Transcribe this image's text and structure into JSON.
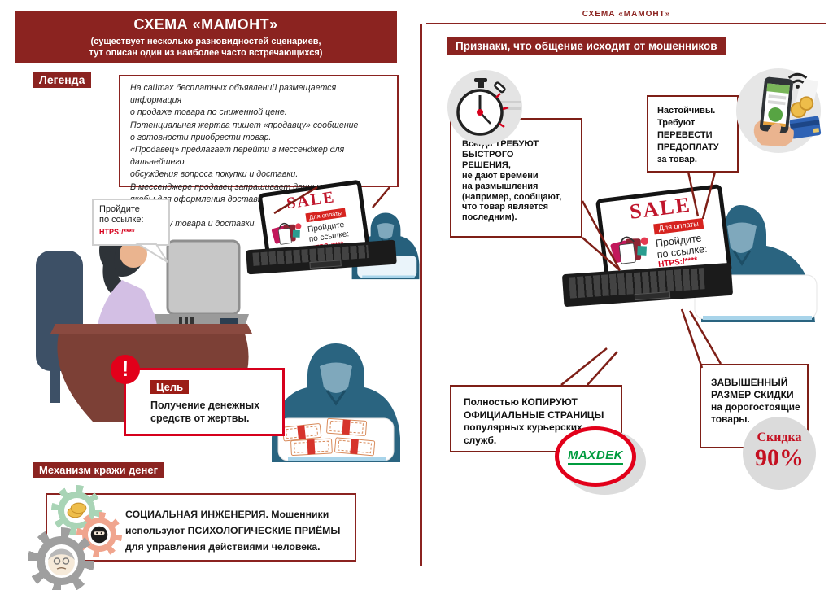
{
  "colors": {
    "dark_red": "#8b2320",
    "bright_red": "#d6001c",
    "teal_hoodie": "#2a6480",
    "logo_green": "#009b3e",
    "logo_ring_red": "#e2001a",
    "discount_red": "#c41021"
  },
  "icons": {
    "exclamation": "!"
  },
  "left_page": {
    "header": {
      "title": "СХЕМА «МАМОНТ»",
      "subtitle": "(существует несколько разновидностей сценариев,\nтут описан один из наиболее часто встречающихся)"
    },
    "legend_label": "Легенда",
    "legend_text": "На сайтах бесплатных объявлений размещается информация\nо продаже товара по сниженной цене.\nПотенциальная жертва пишет «продавцу» сообщение\nо готовности приобрести товар.\n«Продавец» предлагает перейти в мессенджер для дальнейшего\nобсуждения вопроса покупки и доставки.\nВ мессенджере продавец запрашивает данные жертвы,\nякобы для оформления доставки. Далее направляется ссылка\nна оплату товара и доставки.",
    "bubble": {
      "text": "Пройдите\nпо ссылке:",
      "link": "HTPS:/****"
    },
    "laptop": {
      "sale": "SALE",
      "pay": "Для оплаты",
      "text": "Пройдите\nпо ссылке:",
      "link": "HTPS:/****"
    },
    "goal": {
      "label": "Цель",
      "text": "Получение денежных\nсредств от жертвы."
    },
    "mechanism_label": "Механизм кражи денег",
    "social_text": "СОЦИАЛЬНАЯ ИНЖЕНЕРИЯ.  Мошенники\nиспользуют ПСИХОЛОГИЧЕСКИЕ ПРИЁМЫ\nдля управления действиями человека."
  },
  "right_page": {
    "header": "СХЕМА «МАМОНТ»",
    "signs_banner": "Признаки, что общение исходит от мошенников",
    "speed_text": "Всегда ТРЕБУЮТ\nБЫСТРОГО\nРЕШЕНИЯ,\nне дают времени\nна размышления\n(например, сообщают,\nчто товар является\nпоследним).",
    "prepay_text": "Настойчивы.\nТребуют\nПЕРЕВЕСТИ\nПРЕДОПЛАТУ\nза товар.",
    "laptop": {
      "sale": "SALE",
      "pay": "Для оплаты",
      "text": "Пройдите\nпо ссылке:",
      "link": "HTPS:/****"
    },
    "copy_text": "Полностью КОПИРУЮТ\nОФИЦИАЛЬНЫЕ СТРАНИЦЫ\nпопулярных курьерских\nслужб.",
    "discount_text": "ЗАВЫШЕННЫЙ\nРАЗМЕР СКИДКИ\nна дорогостоящие\nтовары.",
    "brand": "MAXDEK",
    "discount_badge": {
      "label": "Скидка",
      "value": "90%"
    }
  }
}
